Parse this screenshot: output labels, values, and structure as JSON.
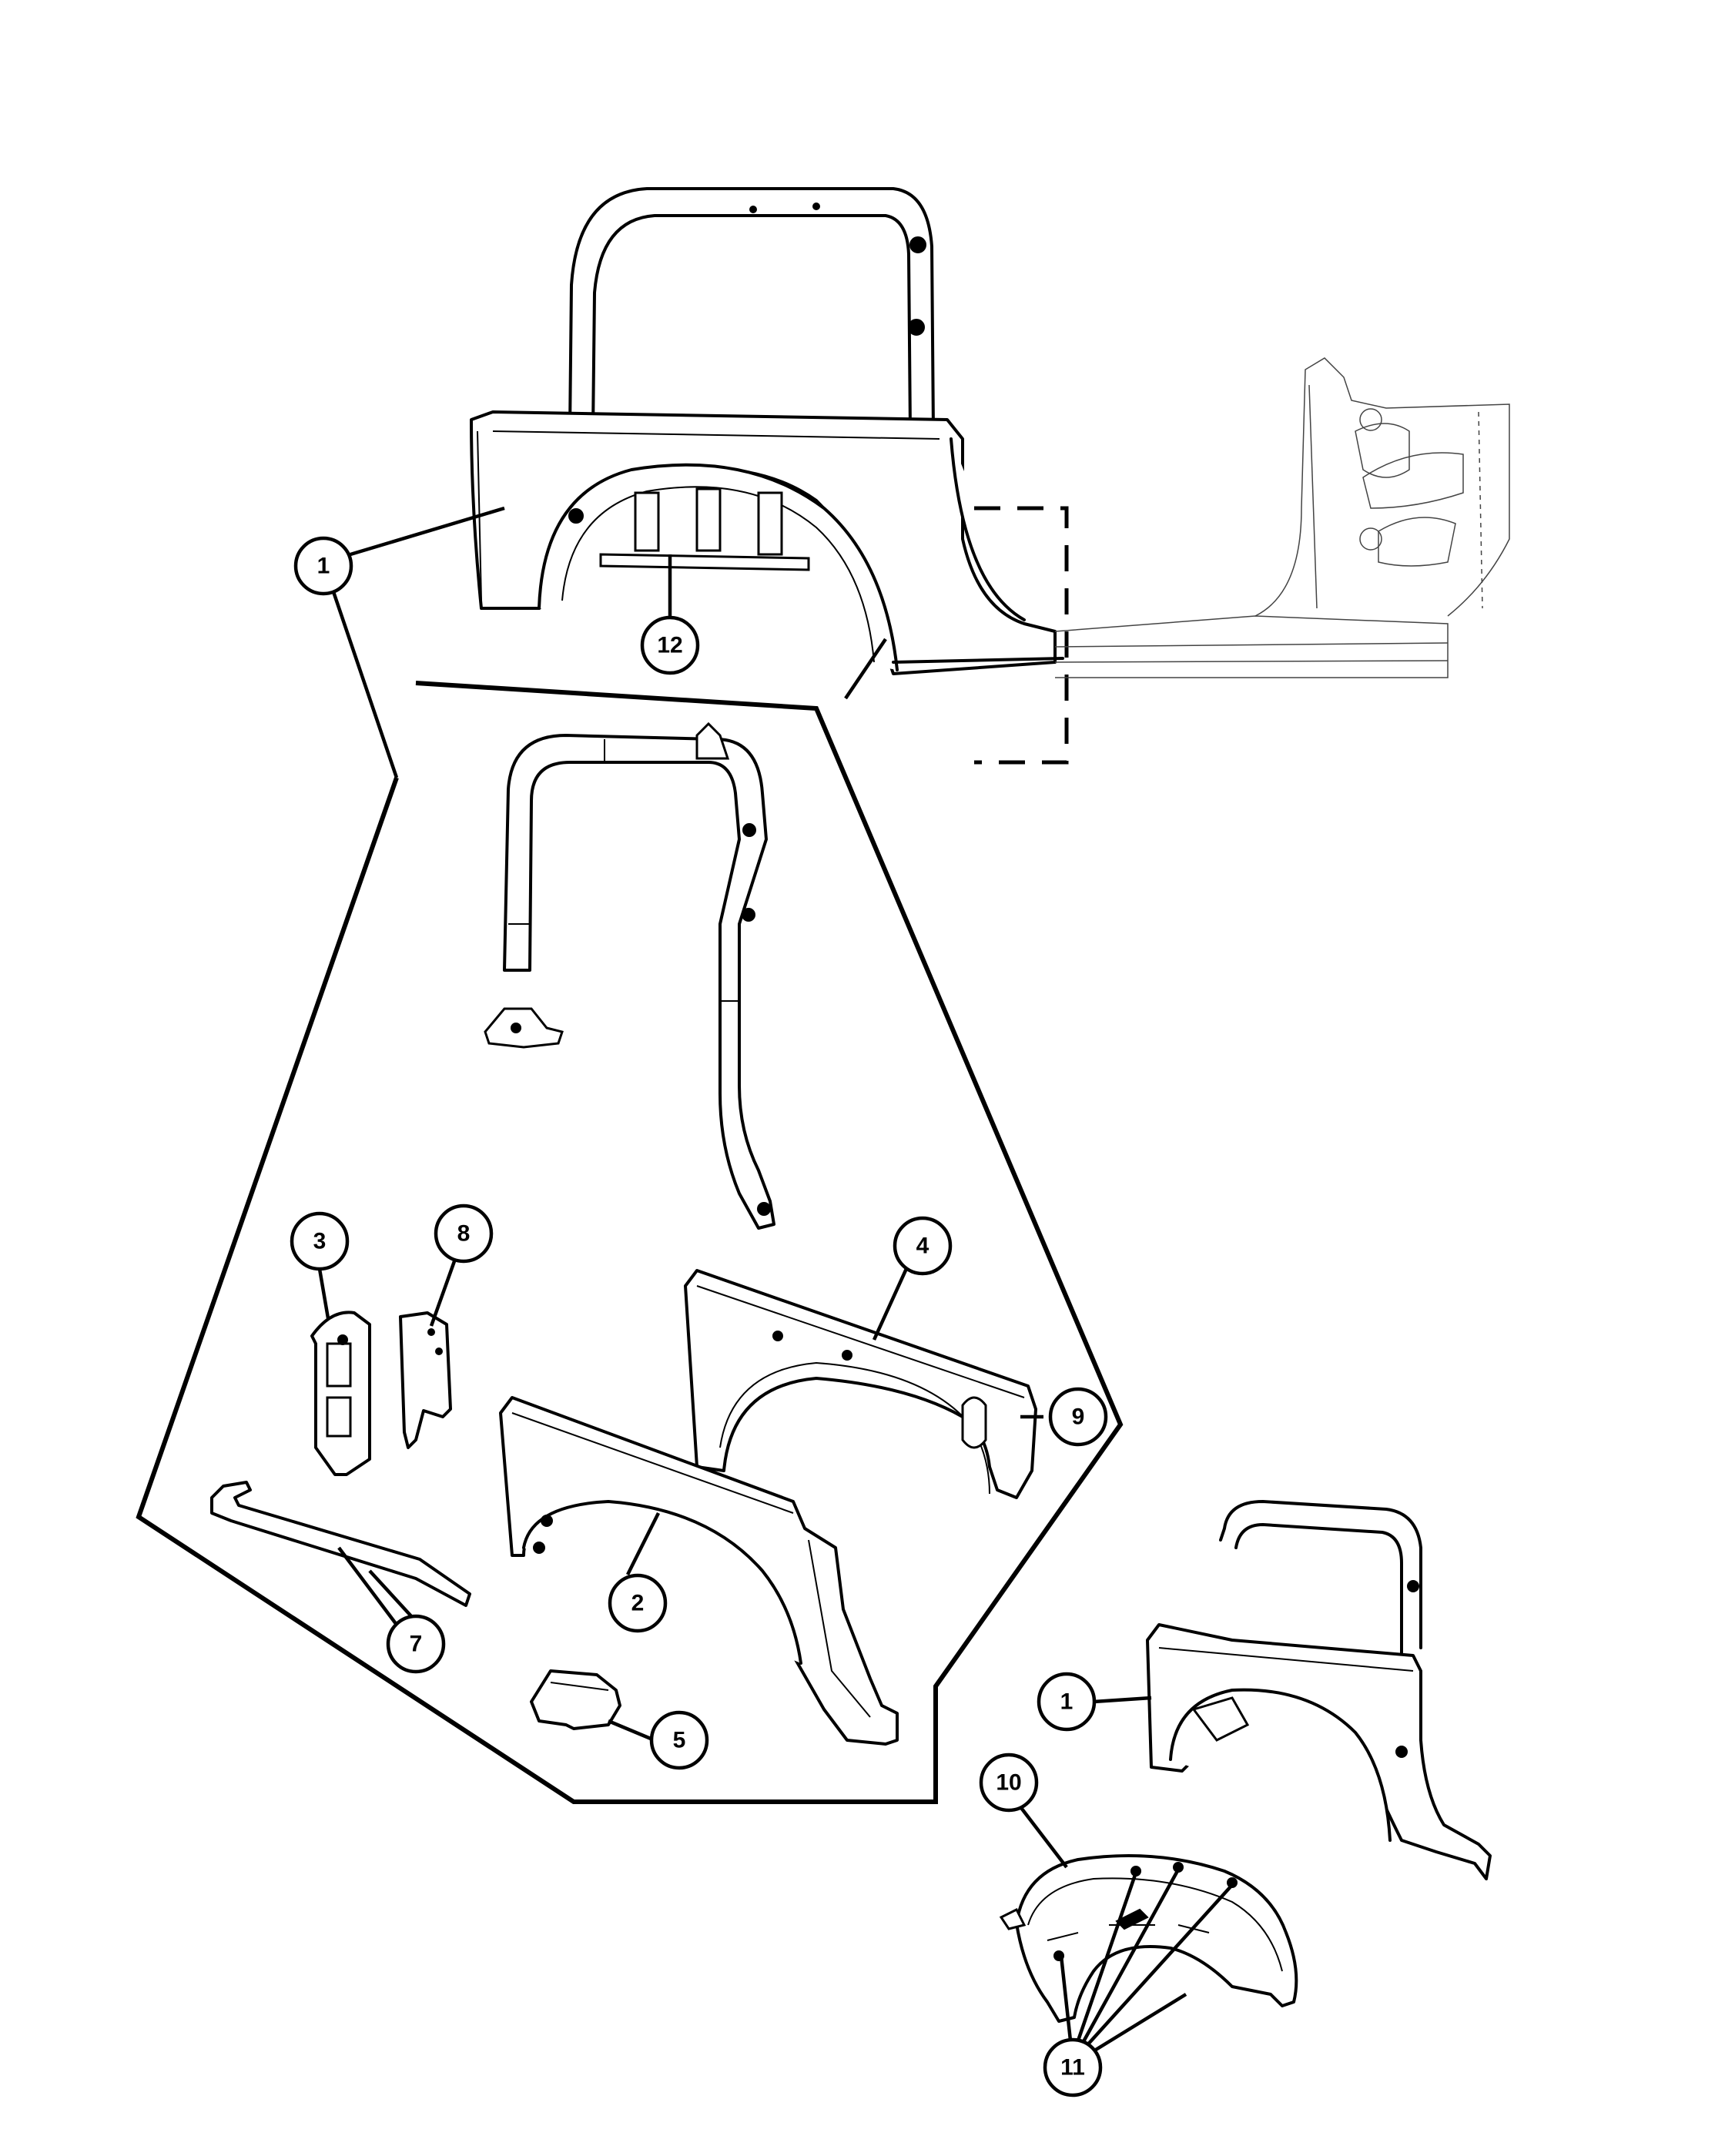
{
  "diagram": {
    "type": "exploded parts diagram",
    "callouts": [
      {
        "id": "callout-1-top",
        "label": "1"
      },
      {
        "id": "callout-12",
        "label": "12"
      },
      {
        "id": "callout-3",
        "label": "3"
      },
      {
        "id": "callout-8",
        "label": "8"
      },
      {
        "id": "callout-4",
        "label": "4"
      },
      {
        "id": "callout-9",
        "label": "9"
      },
      {
        "id": "callout-2",
        "label": "2"
      },
      {
        "id": "callout-7",
        "label": "7"
      },
      {
        "id": "callout-5",
        "label": "5"
      },
      {
        "id": "callout-1-bottom",
        "label": "1"
      },
      {
        "id": "callout-10",
        "label": "10"
      },
      {
        "id": "callout-11",
        "label": "11"
      }
    ]
  }
}
